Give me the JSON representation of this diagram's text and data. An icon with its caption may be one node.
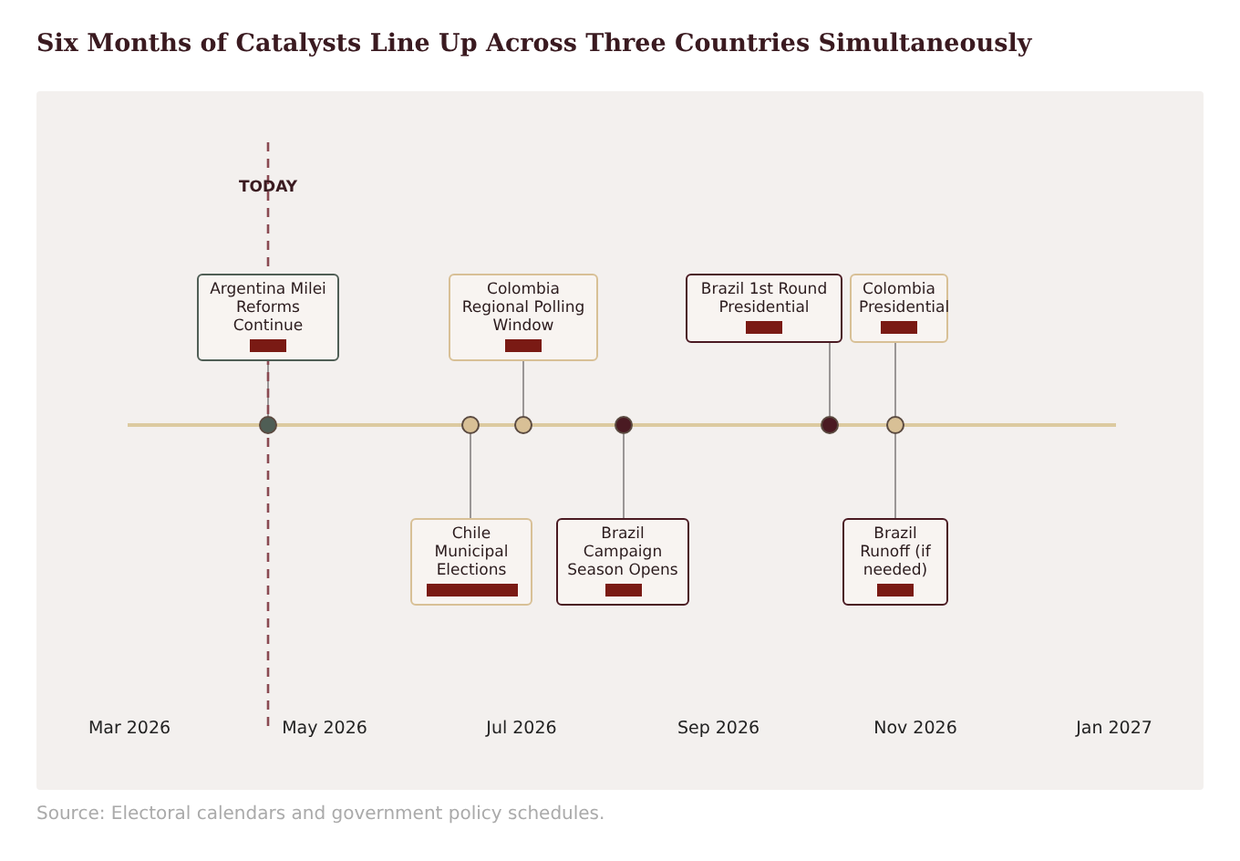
{
  "diagram": {
    "title": "Six Months of Catalysts Line Up Across Three Countries Simultaneously",
    "caption": "Source: Electoral calendars and government policy schedules.",
    "nodes": [
      {
        "text": [
          "Argentina Milei Reforms Continue"
        ]
      },
      {
        "text": [
          "Colombia Regional Polling Window"
        ]
      },
      {
        "text": [
          "Brazil 1st Round Presidential"
        ]
      },
      {
        "text": [
          "Colombia Presidential"
        ]
      },
      {
        "text": [],
        "shape": "circle"
      },
      {
        "text": [],
        "shape": "circle"
      },
      {
        "text": [],
        "shape": "circle"
      },
      {
        "text": [],
        "shape": "circle"
      },
      {
        "text": [],
        "shape": "circle"
      },
      {
        "text": [],
        "shape": "circle"
      },
      {
        "text": [
          "Chile Municipal Elections"
        ]
      },
      {
        "text": [
          "Brazil Campaign Season Opens"
        ]
      },
      {
        "text": [
          "Brazil Runoff (if needed)"
        ]
      }
    ],
    "edges": [
      {
        "from": 0,
        "to": 4,
        "arrow": "none"
      },
      {
        "from": 1,
        "to": 6,
        "arrow": "none"
      },
      {
        "from": 2,
        "to": 8,
        "arrow": "none"
      },
      {
        "from": 3,
        "to": 9,
        "arrow": "none"
      },
      {
        "from": 10,
        "to": 5,
        "arrow": "none"
      },
      {
        "from": 11,
        "to": 7,
        "arrow": "none"
      },
      {
        "from": 12,
        "to": 9,
        "arrow": "none"
      }
    ],
    "labels": [
      "TODAY",
      "Mar 2026",
      "May 2026",
      "Jul 2026",
      "Sep 2026",
      "Nov 2026",
      "Jan 2027"
    ]
  }
}
